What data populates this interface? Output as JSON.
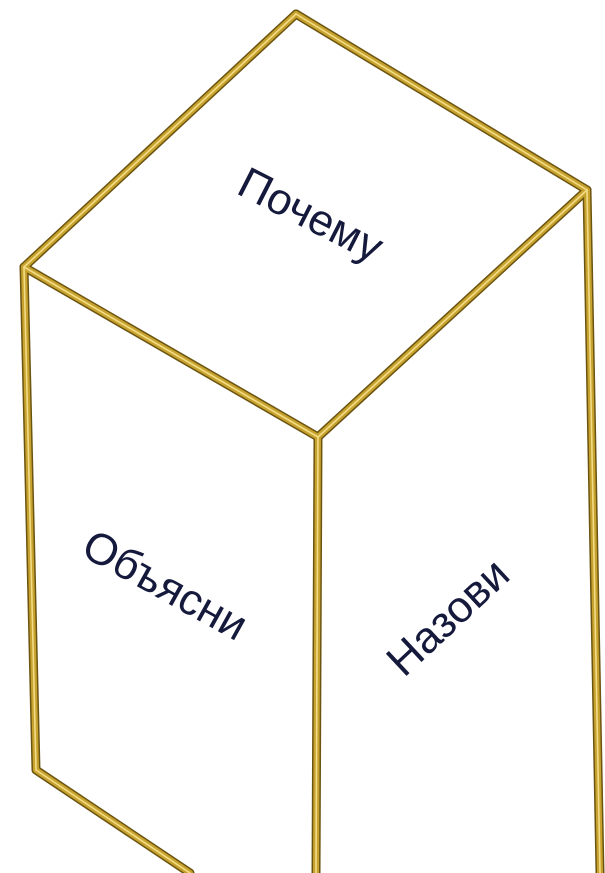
{
  "cube": {
    "top_face_label": "Почему",
    "left_face_label": "Объясни",
    "right_face_label": "Назови"
  },
  "colors": {
    "background": "#ffffff",
    "frame_gold": "#c7a22e",
    "frame_shadow": "#6b5410",
    "text": "#151a3d"
  }
}
